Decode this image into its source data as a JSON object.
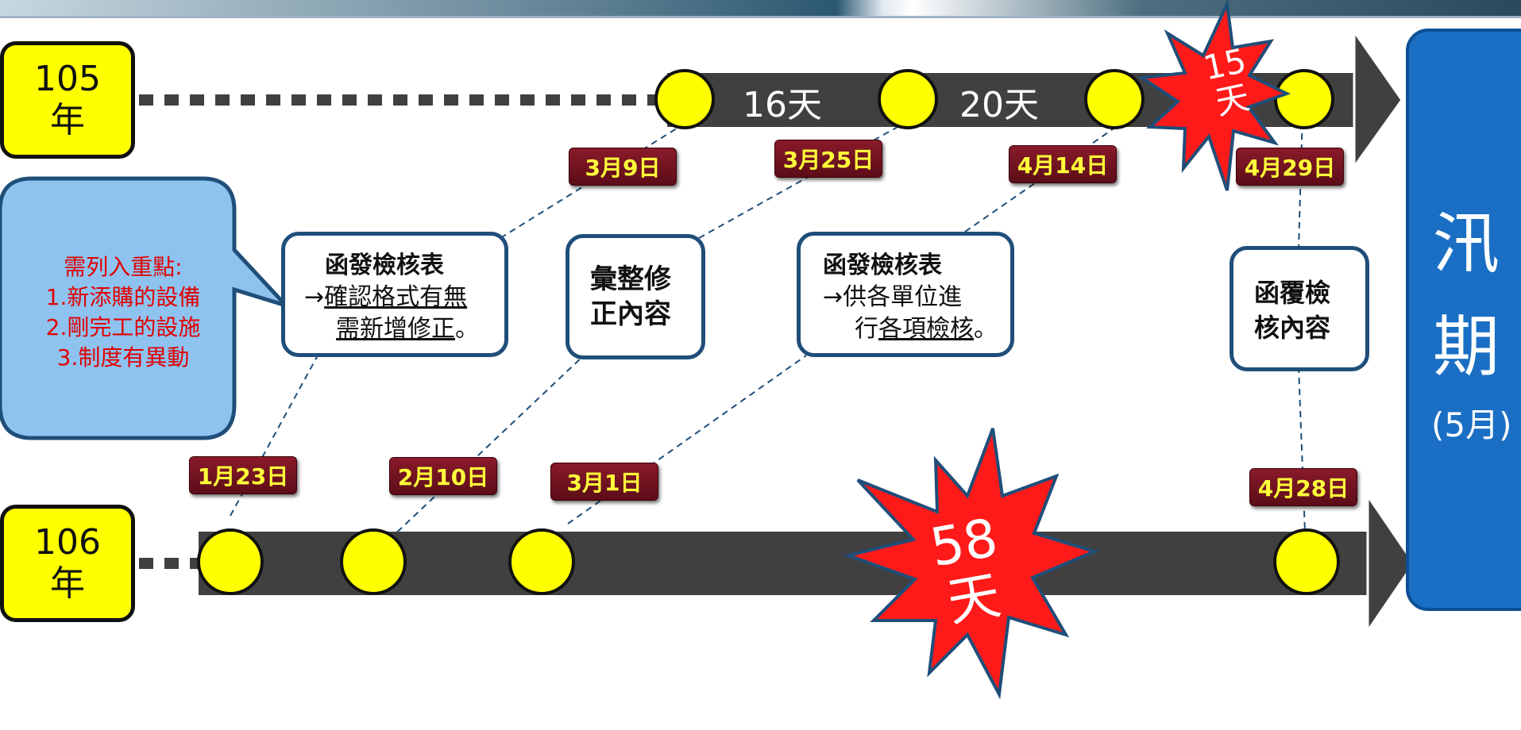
{
  "years": {
    "y105": "105\n年",
    "y106": "106\n年"
  },
  "year_lines": {
    "y105_l1": "105",
    "y105_l2": "年",
    "y106_l1": "106",
    "y106_l2": "年"
  },
  "row105": {
    "durations": [
      "16天",
      "20天"
    ],
    "dates": [
      "3月9日",
      "3月25日",
      "4月14日",
      "4月29日"
    ],
    "starburst": {
      "line1": "15",
      "line2": "天"
    }
  },
  "row106": {
    "dates": [
      "1月23日",
      "2月10日",
      "3月1日",
      "4月28日"
    ],
    "starburst": {
      "line1": "58",
      "line2": "天"
    }
  },
  "callout": {
    "heading": "需列入重點:",
    "items": [
      "1.新添購的設備",
      "2.剛完工的設施",
      "3.制度有異動"
    ]
  },
  "notes": {
    "note1": {
      "title": "函發檢核表",
      "line2_a": "→",
      "line2_b": "確認格式有無",
      "line3": "需新增修正",
      "line3_end": "。"
    },
    "note2": {
      "line1": "彙整修",
      "line2": "正內容"
    },
    "note3": {
      "title": "函發檢核表",
      "line2": "→供各單位進",
      "line3_a": "行",
      "line3_b": "各項檢核",
      "line3_end": "。"
    },
    "note4": {
      "line1": "函覆檢",
      "line2": "核內容"
    }
  },
  "flood_period": {
    "char1": "汛",
    "char2": "期",
    "month": "(5月)"
  },
  "colors": {
    "bar": "#404040",
    "dot": "#ffff00",
    "year_box": "#ffff00",
    "date_tag": "#6e1220",
    "date_text": "#ffff3a",
    "note_border": "#1f4e79",
    "callout_fill": "#8ec3f0",
    "callout_text": "#e00000",
    "starburst": "#ff1a1a",
    "panel": "#1a6fc4"
  }
}
